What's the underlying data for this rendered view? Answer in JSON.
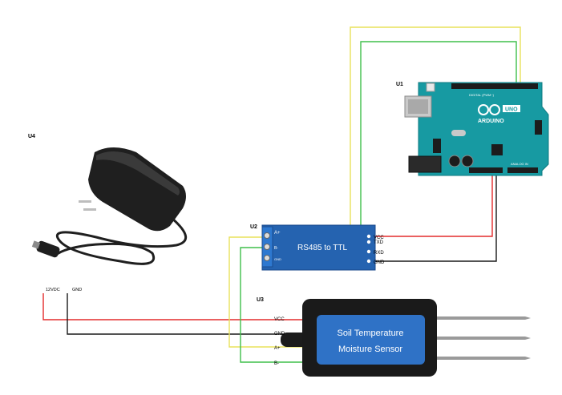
{
  "components": {
    "u1": {
      "ref": "U1",
      "board": {
        "brand": "ARDUINO",
        "model": "UNO",
        "header_digital": "DIGITAL (PWM~)",
        "header_analog": "ANALOG IN"
      }
    },
    "u2": {
      "ref": "U2",
      "title": "RS485 to TTL",
      "left_pins": [
        "A+",
        "B-",
        "GND"
      ],
      "right_pins": [
        "VCC",
        "TXD",
        "RXD",
        "GND"
      ]
    },
    "u3": {
      "ref": "U3",
      "title_line1": "Soil Temperature",
      "title_line2": "Moisture Sensor",
      "wires": [
        "VCC",
        "GND",
        "A+",
        "B-"
      ]
    },
    "u4": {
      "ref": "U4",
      "terminals": [
        "12VDC",
        "GND"
      ]
    }
  },
  "wire_colors": {
    "red": "#e32b2b",
    "black": "#1a1a1a",
    "yellow": "#e8e25a",
    "green": "#3fbf4a"
  }
}
